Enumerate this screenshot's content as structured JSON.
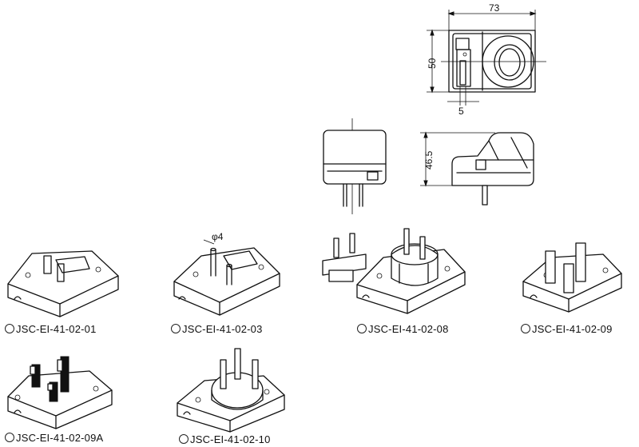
{
  "dimensions": {
    "width": "73",
    "height": "50",
    "plug_offset": "5",
    "depth": "46.5",
    "pin_diameter": "φ4"
  },
  "models": [
    {
      "code": "JSC-EI-41-02-01"
    },
    {
      "code": "JSC-EI-41-02-03"
    },
    {
      "code": "JSC-EI-41-02-08"
    },
    {
      "code": "JSC-EI-41-02-09"
    },
    {
      "code": "JSC-EI-41-02-09A"
    },
    {
      "code": "JSC-EI-41-02-10"
    }
  ]
}
